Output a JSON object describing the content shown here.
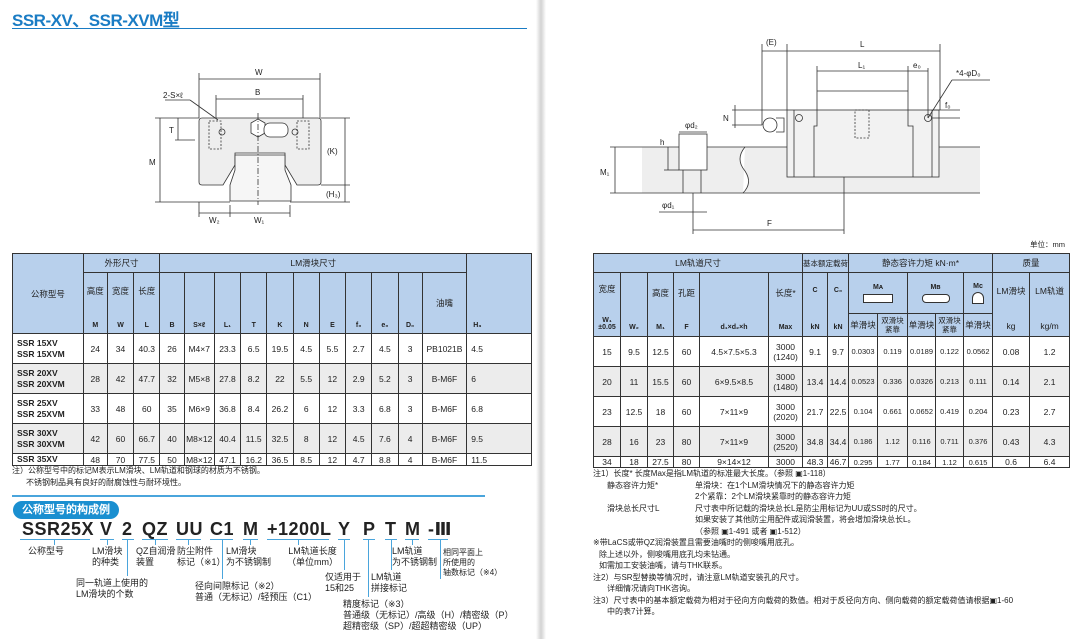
{
  "title": "SSR-XV、SSR-XVM型",
  "unit": "单位：mm",
  "left_drawing": {
    "W": "W",
    "B": "B",
    "S": "2-S×ℓ",
    "T": "T",
    "M": "M",
    "K": "(K)",
    "H3": "(H₃)",
    "W2": "W₂",
    "W1": "W₁"
  },
  "right_drawing": {
    "E": "(E)",
    "L": "L",
    "L1": "L₁",
    "e0": "e₀",
    "D0": "*4-φD₀",
    "f0": "f₀",
    "N": "N",
    "d2": "φd₂",
    "h": "h",
    "M1": "M₁",
    "d1": "φd₁",
    "F": "F"
  },
  "left_table": {
    "model_header": "公称型号",
    "group_outer": "外形尺寸",
    "group_block": "LM滑块尺寸",
    "cols": [
      {
        "top": "高度",
        "sym": "M"
      },
      {
        "top": "宽度",
        "sym": "W"
      },
      {
        "top": "长度",
        "sym": "L"
      },
      {
        "top": "",
        "sym": "B"
      },
      {
        "top": "",
        "sym": "S×ℓ"
      },
      {
        "top": "",
        "sym": "L₁"
      },
      {
        "top": "",
        "sym": "T"
      },
      {
        "top": "",
        "sym": "K"
      },
      {
        "top": "",
        "sym": "N"
      },
      {
        "top": "",
        "sym": "E"
      },
      {
        "top": "",
        "sym": "f₀"
      },
      {
        "top": "",
        "sym": "e₀"
      },
      {
        "top": "",
        "sym": "D₀"
      },
      {
        "top": "油嘴",
        "sym": ""
      }
    ],
    "h3": "H₃",
    "rows": [
      {
        "model": [
          "SSR 15XV",
          "SSR 15XVM"
        ],
        "vals": [
          "24",
          "34",
          "40.3",
          "26",
          "M4×7",
          "23.3",
          "6.5",
          "19.5",
          "4.5",
          "5.5",
          "2.7",
          "4.5",
          "3",
          "PB1021B",
          "4.5"
        ]
      },
      {
        "model": [
          "SSR 20XV",
          "SSR 20XVM"
        ],
        "vals": [
          "28",
          "42",
          "47.7",
          "32",
          "M5×8",
          "27.8",
          "8.2",
          "22",
          "5.5",
          "12",
          "2.9",
          "5.2",
          "3",
          "B-M6F",
          "6"
        ]
      },
      {
        "model": [
          "SSR 25XV",
          "SSR 25XVM"
        ],
        "vals": [
          "33",
          "48",
          "60",
          "35",
          "M6×9",
          "36.8",
          "8.4",
          "26.2",
          "6",
          "12",
          "3.3",
          "6.8",
          "3",
          "B-M6F",
          "6.8"
        ]
      },
      {
        "model": [
          "SSR 30XV",
          "SSR 30XVM"
        ],
        "vals": [
          "42",
          "60",
          "66.7",
          "40",
          "M8×12",
          "40.4",
          "11.5",
          "32.5",
          "8",
          "12",
          "4.5",
          "7.6",
          "4",
          "B-M6F",
          "9.5"
        ]
      },
      {
        "model": [
          "SSR 35XV"
        ],
        "vals": [
          "48",
          "70",
          "77.5",
          "50",
          "M8×12",
          "47.1",
          "16.2",
          "36.5",
          "8.5",
          "12",
          "4.7",
          "8.8",
          "4",
          "B-M6F",
          "11.5"
        ]
      }
    ]
  },
  "right_table": {
    "group_rail": "LM轨道尺寸",
    "group_load": "基本额定载荷",
    "group_moment": "静态容许力矩 kN·m*",
    "group_mass": "质量",
    "w1": {
      "top": "宽度",
      "sym": "W₁",
      "tol": "±0.05"
    },
    "w2": "W₂",
    "m1": {
      "top": "高度",
      "sym": "M₁"
    },
    "f": {
      "top": "孔距",
      "sym": "F"
    },
    "d": "d₁×d₂×h",
    "len": {
      "top": "长度*",
      "sym": "Max"
    },
    "c": {
      "top": "C",
      "sym": "kN"
    },
    "c0": {
      "top": "C₀",
      "sym": "kN"
    },
    "ma": "Mᴀ",
    "mb": "Mʙ",
    "mc": "Mᴄ",
    "single": "单滑块",
    "double": "双滑块紧靠",
    "mass_block": {
      "top": "LM滑块",
      "sym": "kg"
    },
    "mass_rail": {
      "top": "LM轨道",
      "sym": "kg/m"
    },
    "rows": [
      [
        "15",
        "9.5",
        "12.5",
        "60",
        "4.5×7.5×5.3",
        "3000\n(1240)",
        "9.1",
        "9.7",
        "0.0303",
        "0.119",
        "0.0189",
        "0.122",
        "0.0562",
        "0.08",
        "1.2"
      ],
      [
        "20",
        "11",
        "15.5",
        "60",
        "6×9.5×8.5",
        "3000\n(1480)",
        "13.4",
        "14.4",
        "0.0523",
        "0.336",
        "0.0326",
        "0.213",
        "0.111",
        "0.14",
        "2.1"
      ],
      [
        "23",
        "12.5",
        "18",
        "60",
        "7×11×9",
        "3000\n(2020)",
        "21.7",
        "22.5",
        "0.104",
        "0.661",
        "0.0652",
        "0.419",
        "0.204",
        "0.23",
        "2.7"
      ],
      [
        "28",
        "16",
        "23",
        "80",
        "7×11×9",
        "3000\n(2520)",
        "34.8",
        "34.4",
        "0.186",
        "1.12",
        "0.116",
        "0.711",
        "0.376",
        "0.43",
        "4.3"
      ],
      [
        "34",
        "18",
        "27.5",
        "80",
        "9×14×12",
        "3000",
        "48.3",
        "46.7",
        "0.295",
        "1.77",
        "0.184",
        "1.12",
        "0.615",
        "0.6",
        "6.4"
      ]
    ]
  },
  "left_notes": [
    "注）公称型号中的标记M表示LM滑块、LM轨道和钢球的材质为不锈钢。",
    "不锈钢制品具有良好的耐腐蚀性与耐环境性。"
  ],
  "model_example": {
    "section_title": "公称型号的构成例",
    "tokens": [
      "SSR25X",
      "V",
      "2",
      "QZ",
      "UU",
      "C1",
      "M",
      "+1200L",
      "Y",
      "P",
      "T",
      "M",
      "-Ⅲ"
    ],
    "labels": {
      "model": "公称型号",
      "block_type": [
        "LM滑块",
        "的种类"
      ],
      "count": [
        "同一轨道上使用的",
        "LM滑块的个数"
      ],
      "qz": [
        "QZ自润滑",
        "装置"
      ],
      "seal": [
        "防尘附件",
        "标记（※1）"
      ],
      "clearance": [
        "径向间隙标记（※2）",
        "普通（无标记）/轻预压（C1）"
      ],
      "block_ss": [
        "LM滑块",
        "为不锈钢制"
      ],
      "rail_len": [
        "LM轨道长度",
        "（单位mm）"
      ],
      "y": [
        "仅适用于",
        "15和25"
      ],
      "accuracy": [
        "精度标记（※3）",
        "普通级（无标记）/高级（H）/精密级（P）",
        "超精密级（SP）/超超精密级（UP）"
      ],
      "joint": [
        "LM轨道",
        "拼接标记"
      ],
      "rail_ss": [
        "LM轨道",
        "为不锈钢制"
      ],
      "axes": [
        "相同平面上",
        "所使用的",
        "轴数标记（※4）"
      ]
    }
  },
  "right_notes": [
    {
      "cls": "",
      "text": "注1）长度*  长度Max是指LM轨道的标准最大长度。（参照 ▣1-118）"
    },
    {
      "cls": "ind1",
      "tab": "静态容许力矩*",
      "text": "单滑块：在1个LM滑块情况下的静态容许力矩"
    },
    {
      "cls": "ind1",
      "tab": "",
      "text": "2个紧靠：2个LM滑块紧靠时的静态容许力矩"
    },
    {
      "cls": "ind1",
      "tab": "滑块总长尺寸L",
      "text": "尺寸表中所记载的滑块总长L是防尘用标记为UU或SS时的尺寸。"
    },
    {
      "cls": "ind1",
      "tab": "",
      "text": "如果安装了其他防尘用配件或润滑装置，将会增加滑块总长L。"
    },
    {
      "cls": "ind1",
      "tab": "",
      "text": "（参照 ▣1-491 或者 ▣1-512）"
    },
    {
      "cls": "",
      "text": "※带LaCS或带QZ润滑装置且需要油嘴时的侧唆嘴用底孔。"
    },
    {
      "cls": "ind2",
      "text": "除上述以外，侧唆嘴用底孔均未钻通。"
    },
    {
      "cls": "ind2",
      "text": "如需加工安装油嘴，请与THK联系。"
    },
    {
      "cls": "",
      "text": "注2）与SR型替换等情况时，请注意LM轨道安装孔的尺寸。"
    },
    {
      "cls": "ind1",
      "text": "详细情况请向THK咨询。"
    },
    {
      "cls": "",
      "text": "注3）尺寸表中的基本额定载荷为相对于径向方向载荷的数值。相对于反径向方向、侧向载荷的额定载荷值请根据▣1-60"
    },
    {
      "cls": "ind1",
      "text": "中的表7计算。"
    }
  ]
}
